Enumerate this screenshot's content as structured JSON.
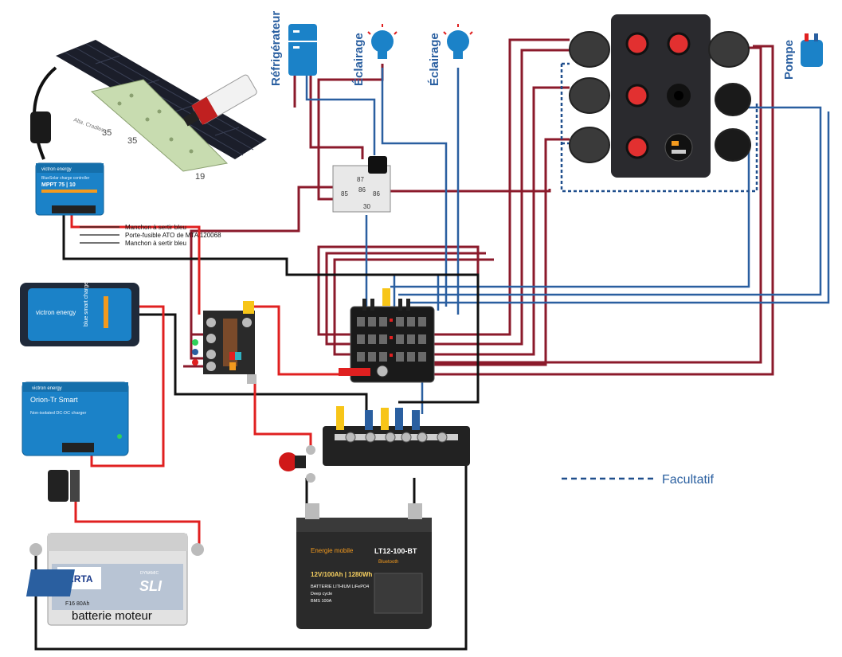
{
  "labels": {
    "fridge": "Réfrigérateur",
    "light1": "Éclairage",
    "light2": "Éclairage",
    "pump": "Pompe",
    "optional": "Facultatif",
    "engine_battery": "batterie moteur"
  },
  "notes": [
    "Manchon à sertir bleu",
    "Porte-fusible ATO de MTA 120068",
    "Manchon à sertir bleu"
  ],
  "solar_controller": {
    "brand": "victron energy",
    "line1": "BlueSolar charge controller",
    "model": "MPPT 75 | 10"
  },
  "solar_panel": {
    "dims_a": "35",
    "dims_b": "35",
    "dims_c": "19",
    "label": "Alta. Cradles"
  },
  "charger": {
    "brand": "victron energy",
    "name": "blue smart charger"
  },
  "dcdc": {
    "brand": "victron energy",
    "model": "Orion-Tr Smart",
    "sub": "Non-isolated DC-DC charger"
  },
  "relay": {
    "p87": "87",
    "p85": "85",
    "p86": "86",
    "p86b": "86",
    "p30": "30"
  },
  "lithium_battery": {
    "brand": "Energie mobile",
    "model": "LT12-100-BT",
    "bt": "Bluetooth",
    "spec": "12V/100Ah | 1280Wh",
    "type": "BATTERIE LITHIUM LiFePO4",
    "l1": "Deep cycle",
    "l2": "BMS 100A"
  },
  "engine_battery_detail": {
    "brand": "VARTA",
    "series": "SLI",
    "dyn": "DYNAMIC",
    "code": "F16 80Ah"
  },
  "colors": {
    "red_wire": "#e02020",
    "dark_red_wire": "#8b1a2b",
    "blue_wire": "#2a5fa0",
    "black_wire": "#111111",
    "victron_blue": "#1b82c8",
    "dashed": "#1f4e8c",
    "accent_text": "#2a5fa0"
  }
}
